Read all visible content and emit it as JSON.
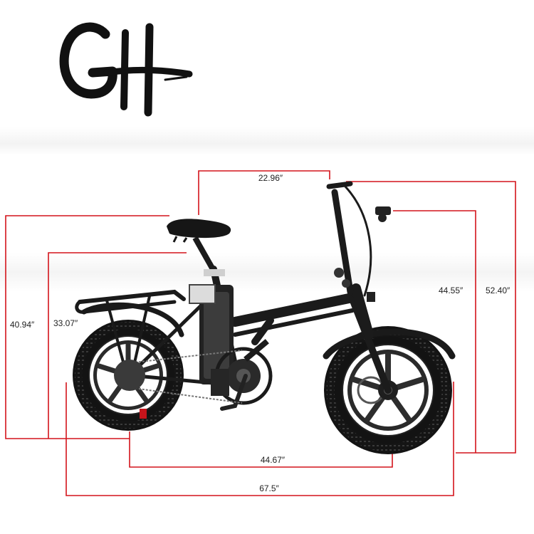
{
  "brand": {
    "logo_text": "GH"
  },
  "dimensions": {
    "top_length": "22.96″",
    "seat_height_max": "40.94″",
    "seat_height_min": "33.07″",
    "handlebar_height_min": "44.55″",
    "handlebar_height_max": "52.40″",
    "wheelbase": "44.67″",
    "total_length": "67.5″"
  },
  "colors": {
    "dimension_line": "#d4141b",
    "dimension_text": "#222222",
    "frame": "#1a1a1a",
    "tire": "#141414",
    "logo": "#111111"
  }
}
